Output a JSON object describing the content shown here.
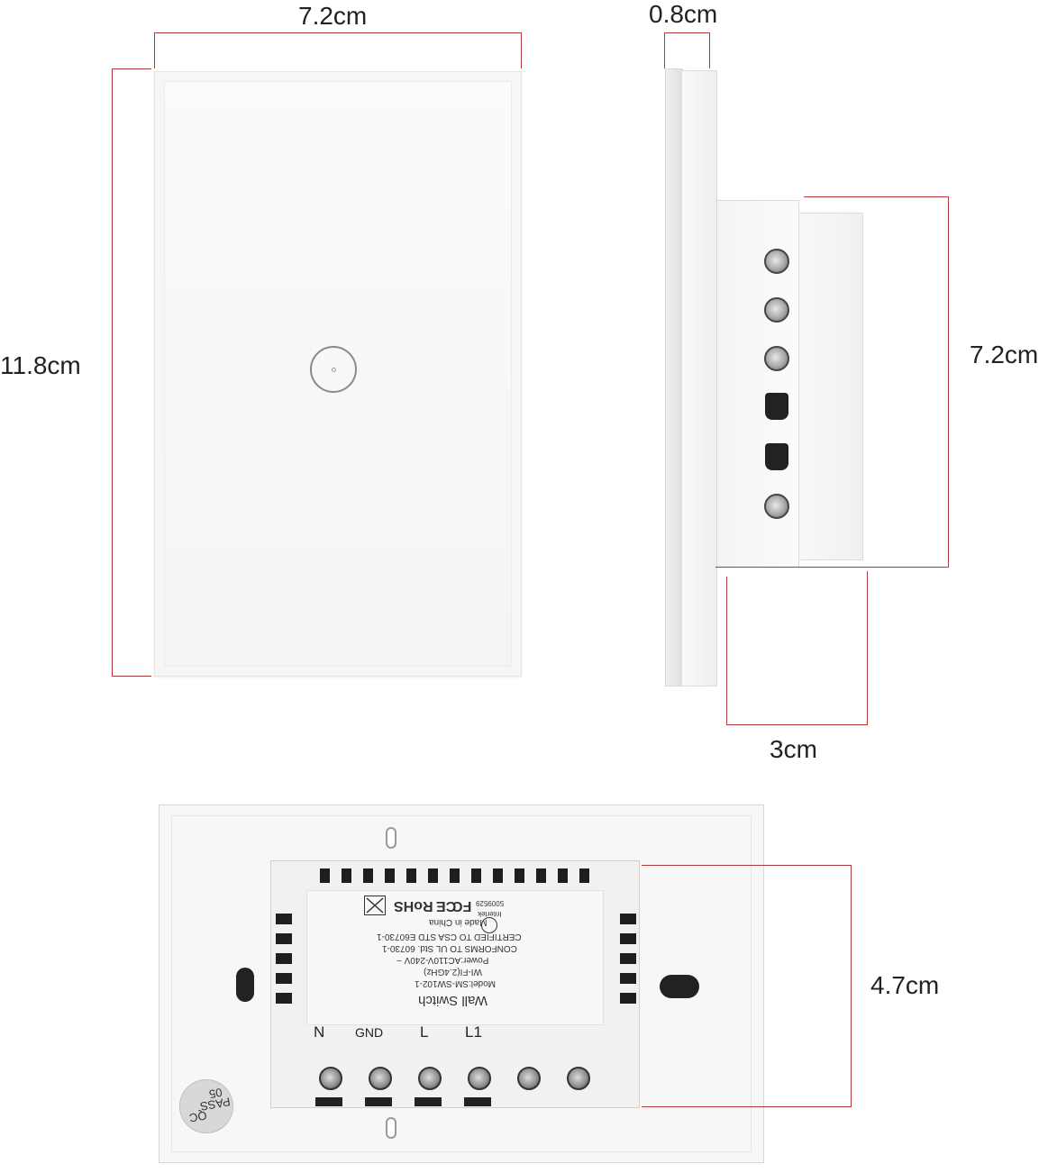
{
  "dimensions": {
    "front_width": "7.2cm",
    "front_height": "11.8cm",
    "side_thickness": "0.8cm",
    "side_box_height": "7.2cm",
    "side_depth": "3cm",
    "back_box_height": "4.7cm"
  },
  "back_label": {
    "title": "Wall Switch",
    "model": "Model:SM-SW102-1",
    "wifi": "WI-FI(2.4GHz)",
    "power": "Power:AC110V-240V ~",
    "conforms": "CONFORMS TO UL Std. 60730-1",
    "certified": "CERTIFIED TO CSA STD E60730-1",
    "made_in": "Made in China",
    "marks": "RoHS",
    "fc": "FC",
    "ce": "CE",
    "intertek": "Intertek",
    "intertek_code": "5009529"
  },
  "terminals": [
    "N",
    "GND",
    "L",
    "L1"
  ],
  "qc_stamp": {
    "line1": "QC",
    "line2": "PASS",
    "line3": "05"
  },
  "colors": {
    "dimension_line": "#b03a3a",
    "plate": "#f6f6f6"
  }
}
